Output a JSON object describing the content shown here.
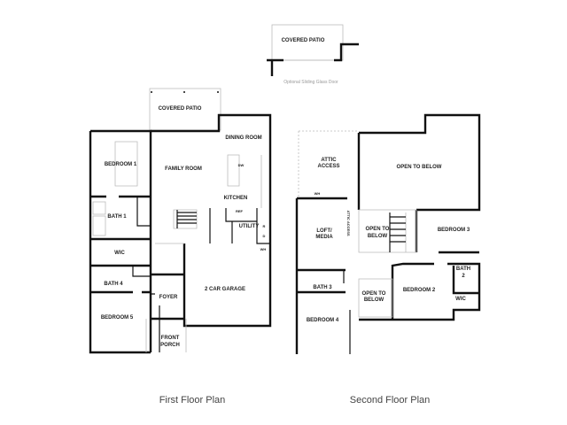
{
  "optional_patio": {
    "label": "COVERED PATIO",
    "note": "Optional Sliding Glass Door"
  },
  "first_floor": {
    "caption": "First Floor Plan",
    "rooms": {
      "covered_patio": "COVERED PATIO",
      "dining_room": "DINING ROOM",
      "bedroom1": "BEDROOM 1",
      "family_room": "FAMILY ROOM",
      "kitchen": "KITCHEN",
      "bath1": "BATH 1",
      "ref": "REF",
      "utility": "UTILITY",
      "wic": "WIC",
      "wh": "WH",
      "bath4": "BATH 4",
      "garage": "2 CAR GARAGE",
      "foyer": "FOYER",
      "bedroom5": "BEDROOM 5",
      "front_porch_1": "FRONT",
      "front_porch_2": "PORCH",
      "dw": "DW",
      "r": "R",
      "d": "D"
    }
  },
  "second_floor": {
    "caption": "Second Floor Plan",
    "rooms": {
      "attic_access_1": "ATTIC",
      "attic_access_2": "ACCESS",
      "open_to_below_main": "OPEN TO BELOW",
      "wh": "WH",
      "loft_1": "LOFT/",
      "loft_2": "MEDIA",
      "attic_small": "ATTIC ACCESS",
      "open_stairs_1": "OPEN TO",
      "open_stairs_2": "BELOW",
      "bedroom3": "BEDROOM 3",
      "bath2_1": "BATH",
      "bath2_2": "2",
      "bath3": "BATH 3",
      "open_foyer_1": "OPEN TO",
      "open_foyer_2": "BELOW",
      "bedroom2": "BEDROOM 2",
      "wic": "WIC",
      "bedroom4": "BEDROOM 4"
    }
  }
}
